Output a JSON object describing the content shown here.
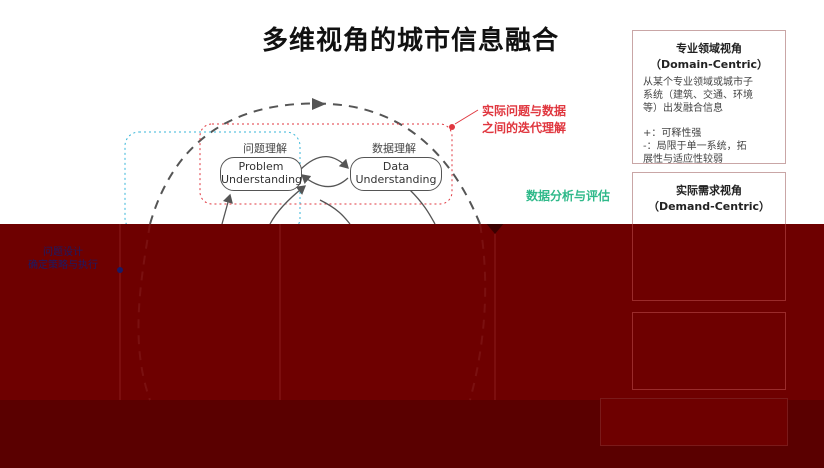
{
  "title": "多维视角的城市信息融合",
  "loop": {
    "problem": {
      "cn": "问题理解",
      "en": "Problem Understanding"
    },
    "data": {
      "cn": "数据理解",
      "en": "Data Understanding"
    }
  },
  "notes": {
    "iterative": [
      "实际问题与数据",
      "之间的迭代理解"
    ],
    "analysis": "数据分析与评估"
  },
  "side_label": [
    "问题设计",
    "确定策略与执行"
  ],
  "cards": {
    "domain": {
      "title": [
        "专业领域视角",
        "（Domain-Centric）"
      ],
      "desc": [
        "从某个专业领域或城市子",
        "系统（建筑、交通、环境",
        "等）出发融合信息"
      ],
      "pros": "+：可释性强",
      "cons": [
        "-：局限于单一系统，拓",
        "展性与适应性较弱"
      ]
    },
    "demand": {
      "title": [
        "实际需求视角",
        "（Demand-Centric）"
      ]
    }
  },
  "colors": {
    "accent_red": "#e0373f",
    "accent_green": "#2fb98a",
    "band": "#6e0000"
  }
}
